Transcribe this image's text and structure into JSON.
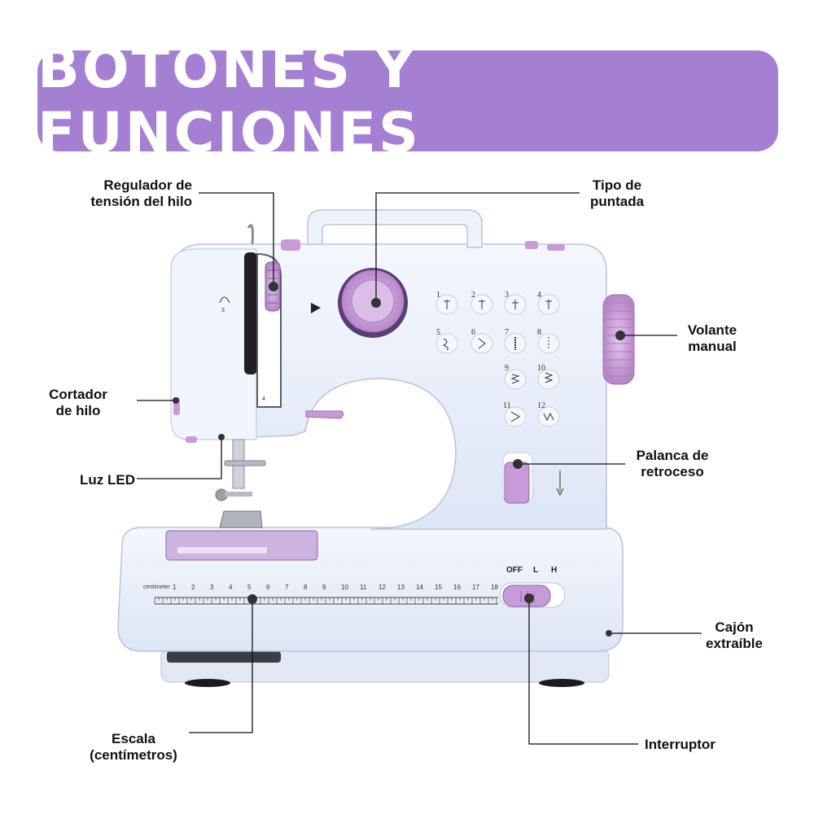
{
  "title": "BOTONES Y FUNCIONES",
  "colors": {
    "banner": "#a57fd1",
    "machine_body": "#e8effa",
    "accent_purple": "#c99ad9",
    "dark_purple": "#5a3d73",
    "line": "#111111"
  },
  "callouts": {
    "thread_tension": {
      "line1": "Regulador de",
      "line2": "tensión del hilo"
    },
    "stitch_type": {
      "line1": "Tipo de",
      "line2": "puntada"
    },
    "handwheel": {
      "line1": "Volante",
      "line2": "manual"
    },
    "thread_cutter": {
      "line1": "Cortador",
      "line2": "de hilo"
    },
    "reverse_lever": {
      "line1": "Palanca de",
      "line2": "retroceso"
    },
    "led_light": {
      "line1": "Luz LED"
    },
    "drawer": {
      "line1": "Cajón",
      "line2": "extraíble"
    },
    "scale": {
      "line1": "Escala",
      "line2": "(centímetros)"
    },
    "power_switch": {
      "line1": "Interruptor"
    }
  },
  "machine": {
    "switch_labels": {
      "off": "OFF",
      "low": "L",
      "high": "H"
    },
    "scale_label": "centimeter",
    "scale_numbers": [
      "1",
      "2",
      "3",
      "4",
      "5",
      "6",
      "7",
      "8",
      "9",
      "10",
      "11",
      "12",
      "13",
      "14",
      "15",
      "16",
      "17",
      "18"
    ],
    "stitch_numbers": [
      "1",
      "2",
      "3",
      "4",
      "5",
      "6",
      "7",
      "8",
      "9",
      "10",
      "11",
      "12"
    ],
    "thread_guide_number": "3",
    "tension_dial_number": "4"
  },
  "icons": {
    "handwheel": "handwheel-icon",
    "stitch_dial": "stitch-dial-icon",
    "tension_dial": "tension-dial-icon",
    "reverse_lever": "reverse-lever-icon",
    "power_switch": "power-switch-icon",
    "led": "led-light-icon",
    "needle": "needle-icon",
    "presser_foot": "presser-foot-icon"
  }
}
